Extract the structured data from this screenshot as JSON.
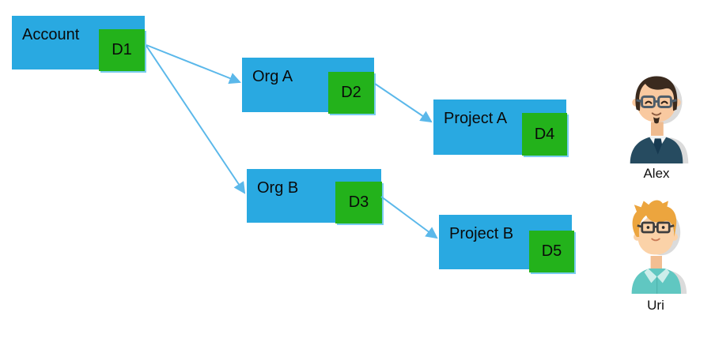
{
  "diagram": {
    "colors": {
      "node_fill": "#29a9e1",
      "badge_fill": "#23b21b",
      "badge_shadow": "#79ccf0",
      "arrow": "#5bb8ea",
      "text": "#0a0a0a"
    },
    "nodes": [
      {
        "label": "Account",
        "badge": "D1"
      },
      {
        "label": "Org A",
        "badge": "D2"
      },
      {
        "label": "Project A",
        "badge": "D4"
      },
      {
        "label": "Org B",
        "badge": "D3"
      },
      {
        "label": "Project B",
        "badge": "D5"
      }
    ],
    "edges": [
      {
        "from": "D1",
        "to": "Org A"
      },
      {
        "from": "D1",
        "to": "Org B"
      },
      {
        "from": "D2",
        "to": "Project A"
      },
      {
        "from": "D3",
        "to": "Project B"
      }
    ]
  },
  "users": [
    {
      "name": "Alex"
    },
    {
      "name": "Uri"
    }
  ]
}
